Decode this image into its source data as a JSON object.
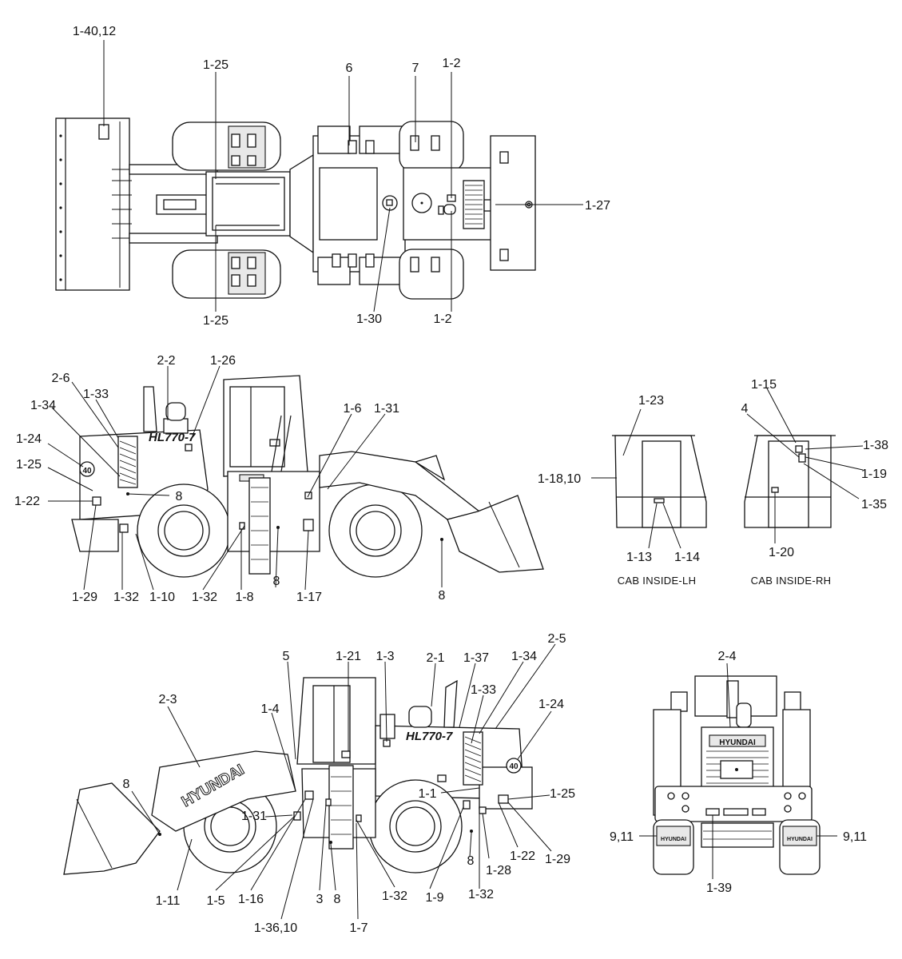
{
  "model_name": "HL770-7",
  "brand": "HYUNDAI",
  "rear_sticker": "40",
  "captions": {
    "cab_lh": "CAB INSIDE-LH",
    "cab_rh": "CAB INSIDE-RH"
  },
  "labels": {
    "top": {
      "l_1_40_12": "1-40,12",
      "l_1_25_a": "1-25",
      "l_6": "6",
      "l_7": "7",
      "l_1_2_a": "1-2",
      "l_1_27": "1-27",
      "l_1_25_b": "1-25",
      "l_1_30": "1-30",
      "l_1_2_b": "1-2"
    },
    "left": {
      "l_2_2": "2-2",
      "l_1_26": "1-26",
      "l_2_6": "2-6",
      "l_1_33": "1-33",
      "l_1_34": "1-34",
      "l_1_24": "1-24",
      "l_1_25": "1-25",
      "l_1_22": "1-22",
      "l_8_a": "8",
      "l_1_6": "1-6",
      "l_1_31": "1-31",
      "l_1_29": "1-29",
      "l_1_32_a": "1-32",
      "l_1_10": "1-10",
      "l_1_32_b": "1-32",
      "l_1_8": "1-8",
      "l_8_b": "8",
      "l_1_17": "1-17",
      "l_8_c": "8"
    },
    "cab": {
      "l_1_23": "1-23",
      "l_1_18_10": "1-18,10",
      "l_1_13": "1-13",
      "l_1_14": "1-14",
      "l_1_15": "1-15",
      "l_4": "4",
      "l_1_38": "1-38",
      "l_1_19": "1-19",
      "l_1_35": "1-35",
      "l_1_20": "1-20"
    },
    "right": {
      "l_5": "5",
      "l_1_21": "1-21",
      "l_1_3": "1-3",
      "l_2_1": "2-1",
      "l_1_37": "1-37",
      "l_1_34": "1-34",
      "l_2_5": "2-5",
      "l_1_33": "1-33",
      "l_1_24": "1-24",
      "l_2_3": "2-3",
      "l_1_4": "1-4",
      "l_8_a": "8",
      "l_1_1": "1-1",
      "l_1_25": "1-25",
      "l_1_31": "1-31",
      "l_8_b": "8",
      "l_1_22": "1-22",
      "l_1_29": "1-29",
      "l_1_28": "1-28",
      "l_1_11": "1-11",
      "l_1_5": "1-5",
      "l_1_16": "1-16",
      "l_3": "3",
      "l_8_c": "8",
      "l_1_32_a": "1-32",
      "l_1_9": "1-9",
      "l_1_32_b": "1-32",
      "l_1_36_10": "1-36,10",
      "l_1_7": "1-7"
    },
    "rear": {
      "l_2_4": "2-4",
      "l_9_11_a": "9,11",
      "l_9_11_b": "9,11",
      "l_1_39": "1-39"
    }
  }
}
